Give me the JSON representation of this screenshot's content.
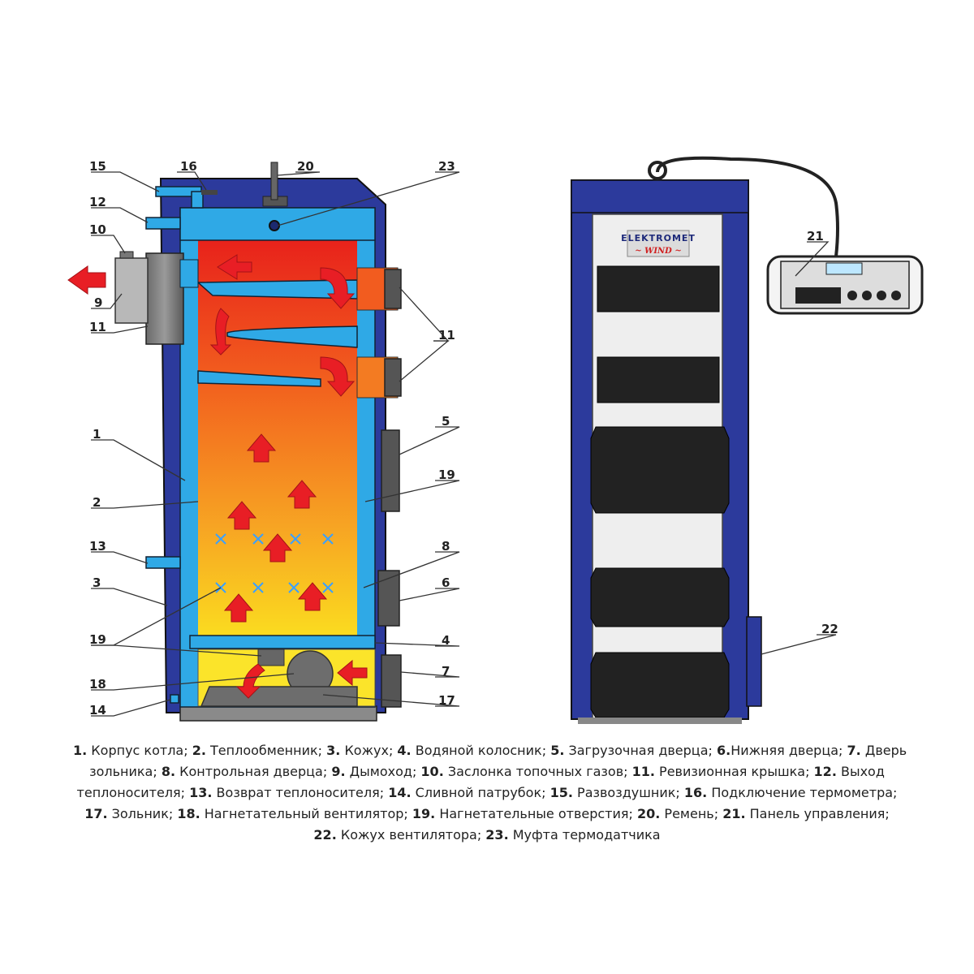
{
  "brand": {
    "name": "ELEKTROMET",
    "model": "~ WIND ~"
  },
  "callouts": [
    {
      "id": "c15",
      "text": "15"
    },
    {
      "id": "c16",
      "text": "16"
    },
    {
      "id": "c20",
      "text": "20"
    },
    {
      "id": "c23",
      "text": "23"
    },
    {
      "id": "c12",
      "text": "12"
    },
    {
      "id": "c10",
      "text": "10"
    },
    {
      "id": "c9",
      "text": "9"
    },
    {
      "id": "c11a",
      "text": "11"
    },
    {
      "id": "c11b",
      "text": "11"
    },
    {
      "id": "c1",
      "text": "1"
    },
    {
      "id": "c2",
      "text": "2"
    },
    {
      "id": "c5",
      "text": "5"
    },
    {
      "id": "c19a",
      "text": "19"
    },
    {
      "id": "c13",
      "text": "13"
    },
    {
      "id": "c8",
      "text": "8"
    },
    {
      "id": "c3",
      "text": "3"
    },
    {
      "id": "c6",
      "text": "6"
    },
    {
      "id": "c19b",
      "text": "19"
    },
    {
      "id": "c4",
      "text": "4"
    },
    {
      "id": "c7",
      "text": "7"
    },
    {
      "id": "c18",
      "text": "18"
    },
    {
      "id": "c17",
      "text": "17"
    },
    {
      "id": "c14",
      "text": "14"
    },
    {
      "id": "c21",
      "text": "21"
    },
    {
      "id": "c22",
      "text": "22"
    }
  ],
  "legend_lines": [
    [
      {
        "n": "1.",
        "t": " Корпус котла; "
      },
      {
        "n": "2.",
        "t": " Теплообменник; "
      },
      {
        "n": "3.",
        "t": " Кожух; "
      },
      {
        "n": "4.",
        "t": " Водяной колосник; "
      },
      {
        "n": "5.",
        "t": " Загрузочная дверца; "
      },
      {
        "n": "6.",
        "t": "Нижняя дверца; "
      },
      {
        "n": "7.",
        "t": " Дверь"
      }
    ],
    [
      {
        "n": "",
        "t": "зольника; "
      },
      {
        "n": "8.",
        "t": " Контрольная дверца; "
      },
      {
        "n": "9.",
        "t": " Дымоход; "
      },
      {
        "n": "10.",
        "t": " Заслонка топочных газов; "
      },
      {
        "n": "11.",
        "t": " Ревизионная крышка; "
      },
      {
        "n": "12.",
        "t": " Выход"
      }
    ],
    [
      {
        "n": "",
        "t": "теплоносителя; "
      },
      {
        "n": "13.",
        "t": " Возврат теплоносителя; "
      },
      {
        "n": "14.",
        "t": " Сливной патрубок; "
      },
      {
        "n": "15.",
        "t": " Развоздушник; "
      },
      {
        "n": "16.",
        "t": " Подключение термометра;"
      }
    ],
    [
      {
        "n": "17.",
        "t": " Зольник; "
      },
      {
        "n": "18.",
        "t": " Нагнетательный вентилятор; "
      },
      {
        "n": "19.",
        "t": " Нагнетательные отверстия; "
      },
      {
        "n": "20.",
        "t": " Ремень; "
      },
      {
        "n": "21.",
        "t": " Панель управления;"
      }
    ],
    [
      {
        "n": "22.",
        "t": " Кожух вентилятора; "
      },
      {
        "n": "23.",
        "t": " Муфта термодатчика"
      }
    ]
  ]
}
